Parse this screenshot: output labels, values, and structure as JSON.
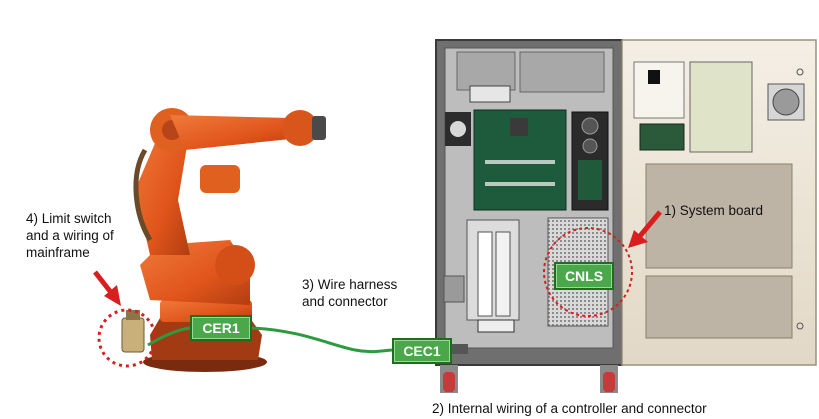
{
  "labels": {
    "limit_switch": [
      "4) Limit switch",
      "and a wiring of",
      "mainframe"
    ],
    "wire_harness": [
      "3) Wire harness",
      "and connector"
    ],
    "system_board": "1) System board",
    "internal_wiring": "2) Internal wiring of a controller and connector"
  },
  "connectors": {
    "cer1": "CER1",
    "cec1": "CEC1",
    "cnls": "CNLS"
  },
  "colors": {
    "robot_orange": "#e8581a",
    "wire_green": "#2e9a3e",
    "connector_green": "#4aa84a",
    "callout_red": "#d81e1e",
    "cabinet_cream": "#ece4d6"
  }
}
